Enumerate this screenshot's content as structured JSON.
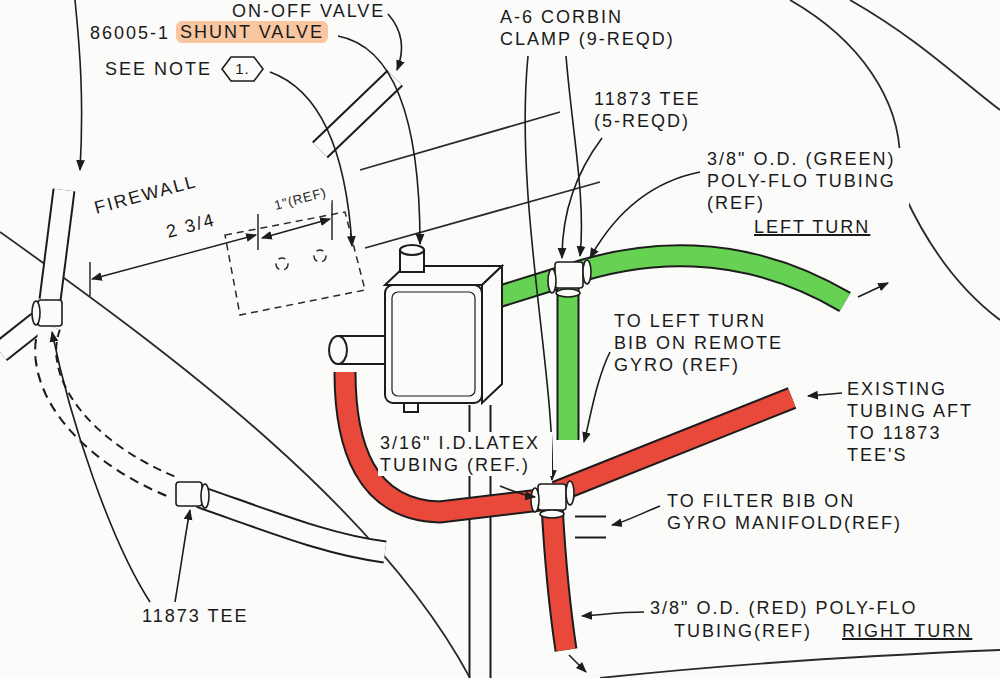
{
  "diagram": {
    "nodes": [
      {
        "text": [
          "1."
        ]
      }
    ],
    "labels": [
      "ON-OFF VALVE",
      "86005-1",
      "SHUNT VALVE",
      "SEE NOTE",
      "A-6 CORBIN CLAMP (9-REQD)",
      "11873 TEE (5-REQD)",
      "3/8\" O.D. (GREEN) POLY-FLO TUBING (REF)",
      "LEFT TURN",
      "FIREWALL",
      "2 3/4",
      "1\"(REF)",
      "TO LEFT TURN BIB ON REMOTE GYRO (REF)",
      "EXISTING TUBING AFT TO 11873 TEE'S",
      "3/16\" I.D.LATEX TUBING (REF.)",
      "TO FILTER BIB ON GYRO MANIFOLD(REF)",
      "3/8\" O.D. (RED) POLY-FLO",
      "TUBING(REF)",
      "RIGHT TURN",
      "11873 TEE"
    ]
  }
}
